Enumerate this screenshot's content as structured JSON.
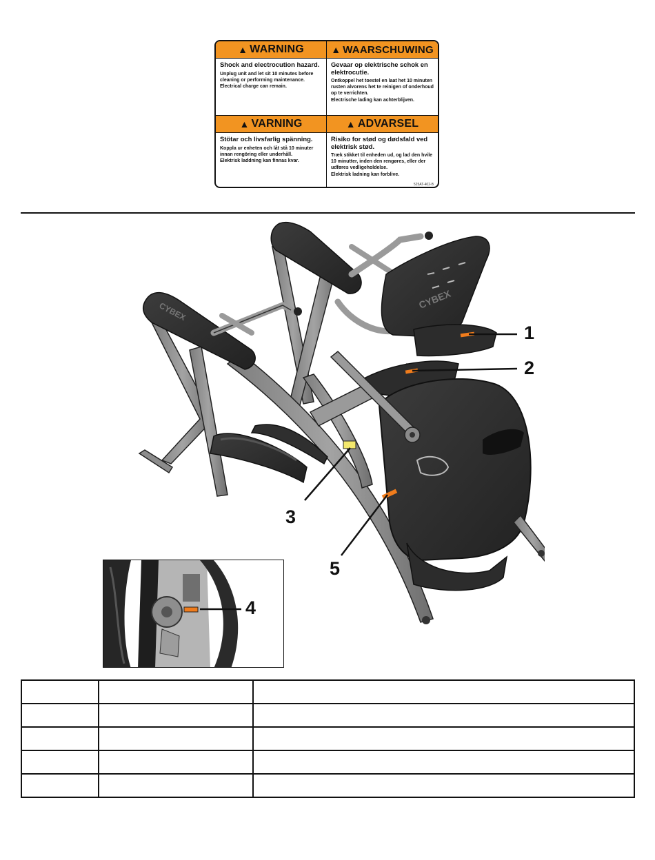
{
  "label": {
    "panels": [
      {
        "heading": "WARNING",
        "title": "Shock and electrocution hazard.",
        "body": [
          "Unplug unit and let sit 10 minutes before cleaning or performing maintenance.",
          "Electrical charge can remain."
        ]
      },
      {
        "heading": "WAARSCHUWING",
        "title": "Gevaar op elektrische schok en elektrocutie.",
        "body": [
          "Ontkoppel het toestel en laat het 10 minuten rusten alvorens het te reinigen of onderhoud op te verrichten.",
          "Electrische lading kan achterblijven."
        ]
      },
      {
        "heading": "VARNING",
        "title": "Stötar och livsfarlig spänning.",
        "body": [
          "Koppla ur enheten och låt stå 10 minuter innan rengöring eller underhåll.",
          "Elektrisk laddning kan finnas kvar."
        ]
      },
      {
        "heading": "ADVARSEL",
        "title": "Risiko for stød og dødsfald ved elektrisk stød.",
        "body": [
          "Træk stikket til enheden ud, og lad den hvile 10 minutter, inden den rengøres, eller der udføres vedligeholdelse.",
          "Elektrisk ladning kan forblive."
        ]
      }
    ],
    "part_code": "525AT-402-B",
    "warning_symbol": "warning-triangle-icon",
    "header_color": "#f29421"
  },
  "brand": "CYBEX",
  "callouts": [
    "1",
    "2",
    "3",
    "4",
    "5"
  ],
  "marker_colors": {
    "orange": "#f07c1c",
    "yellow": "#f3e86c"
  },
  "table": {
    "rows": [
      [
        "",
        "",
        ""
      ],
      [
        "",
        "",
        ""
      ],
      [
        "",
        "",
        ""
      ],
      [
        "",
        "",
        ""
      ],
      [
        "",
        "",
        ""
      ]
    ]
  }
}
